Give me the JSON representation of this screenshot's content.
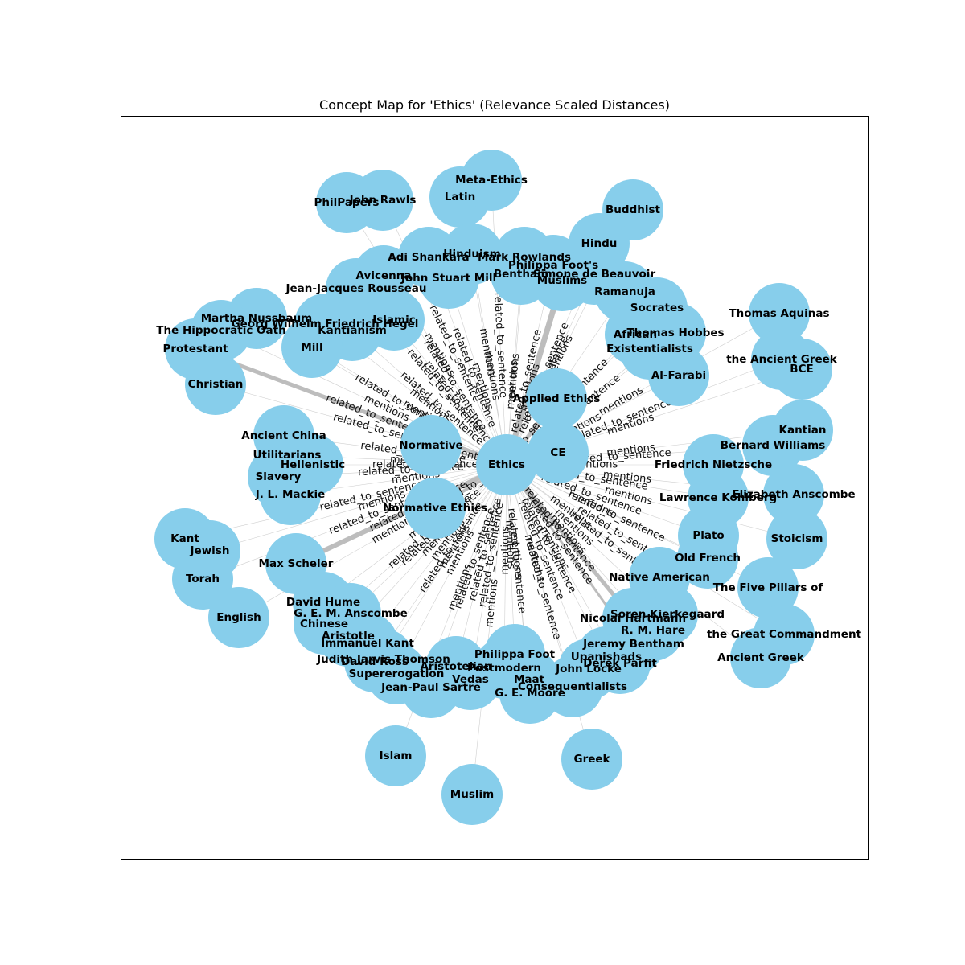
{
  "figure": {
    "title": "Concept Map for 'Ethics' (Relevance Scaled Distances)",
    "node_color": "#87ceeb",
    "edge_color": "#bdbdbd"
  },
  "nodes": [
    {
      "id": "ethics",
      "label": "Ethics"
    },
    {
      "id": "ce",
      "label": "CE"
    },
    {
      "id": "applied-ethics",
      "label": "Applied Ethics"
    },
    {
      "id": "normative",
      "label": "Normative"
    },
    {
      "id": "normative-ethics",
      "label": "Normative Ethics"
    },
    {
      "id": "philpapers",
      "label": "PhilPapers"
    },
    {
      "id": "john-rawls",
      "label": "John Rawls"
    },
    {
      "id": "latin",
      "label": "Latin"
    },
    {
      "id": "meta-ethics",
      "label": "Meta-Ethics"
    },
    {
      "id": "buddhist",
      "label": "Buddhist"
    },
    {
      "id": "hindu",
      "label": "Hindu"
    },
    {
      "id": "hinduism",
      "label": "Hinduism"
    },
    {
      "id": "adi-shankara",
      "label": "Adi Shankara"
    },
    {
      "id": "mark-rowlands",
      "label": "Mark Rowlands"
    },
    {
      "id": "philippa-foots",
      "label": "Philippa Foot's"
    },
    {
      "id": "bentham",
      "label": "Bentham"
    },
    {
      "id": "simone-de-beauvoir",
      "label": "Simone de Beauvoir"
    },
    {
      "id": "muslims",
      "label": "Muslims"
    },
    {
      "id": "avicenna",
      "label": "Avicenna"
    },
    {
      "id": "john-stuart-mill",
      "label": "John Stuart Mill"
    },
    {
      "id": "jean-jacques-rousseau",
      "label": "Jean-Jacques Rousseau"
    },
    {
      "id": "ramanuja",
      "label": "Ramanuja"
    },
    {
      "id": "socrates",
      "label": "Socrates"
    },
    {
      "id": "thomas-aquinas",
      "label": "Thomas Aquinas"
    },
    {
      "id": "martha-nussbaum",
      "label": "Martha Nussbaum"
    },
    {
      "id": "georg-hegel",
      "label": "Georg Wilhelm Friedrich Hegel"
    },
    {
      "id": "islamic",
      "label": "Islamic"
    },
    {
      "id": "hippocratic-oath",
      "label": "The Hippocratic Oath"
    },
    {
      "id": "kantianism",
      "label": "Kantianism"
    },
    {
      "id": "african",
      "label": "African"
    },
    {
      "id": "thomas-hobbes",
      "label": "Thomas Hobbes"
    },
    {
      "id": "existentialists",
      "label": "Existentialists"
    },
    {
      "id": "protestant",
      "label": "Protestant"
    },
    {
      "id": "mill",
      "label": "Mill"
    },
    {
      "id": "the-ancient-greek",
      "label": "the Ancient Greek"
    },
    {
      "id": "bce",
      "label": "BCE"
    },
    {
      "id": "christian",
      "label": "Christian"
    },
    {
      "id": "al-farabi",
      "label": "Al-Farabi"
    },
    {
      "id": "ancient-china",
      "label": "Ancient China"
    },
    {
      "id": "kantian",
      "label": "Kantian"
    },
    {
      "id": "bernard-williams",
      "label": "Bernard Williams"
    },
    {
      "id": "utilitarians",
      "label": "Utilitarians"
    },
    {
      "id": "hellenistic",
      "label": "Hellenistic"
    },
    {
      "id": "friedrich-nietzsche",
      "label": "Friedrich Nietzsche"
    },
    {
      "id": "slavery",
      "label": "Slavery"
    },
    {
      "id": "jl-mackie",
      "label": "J. L. Mackie"
    },
    {
      "id": "lawrence-kohlberg",
      "label": "Lawrence Kohlberg"
    },
    {
      "id": "elizabeth-anscombe",
      "label": "Elizabeth Anscombe"
    },
    {
      "id": "kant",
      "label": "Kant"
    },
    {
      "id": "jewish",
      "label": "Jewish"
    },
    {
      "id": "plato",
      "label": "Plato"
    },
    {
      "id": "stoicism",
      "label": "Stoicism"
    },
    {
      "id": "max-scheler",
      "label": "Max Scheler"
    },
    {
      "id": "old-french",
      "label": "Old French"
    },
    {
      "id": "torah",
      "label": "Torah"
    },
    {
      "id": "native-american",
      "label": "Native American"
    },
    {
      "id": "five-pillars",
      "label": "The Five Pillars of"
    },
    {
      "id": "david-hume",
      "label": "David Hume"
    },
    {
      "id": "gem-anscombe",
      "label": "G. E. M. Anscombe"
    },
    {
      "id": "english",
      "label": "English"
    },
    {
      "id": "chinese",
      "label": "Chinese"
    },
    {
      "id": "soren-kierkegaard",
      "label": "Soren Kierkegaard"
    },
    {
      "id": "nicolai-hartmann",
      "label": "Nicolai Hartmann"
    },
    {
      "id": "rm-hare",
      "label": "R. M. Hare"
    },
    {
      "id": "great-commandment",
      "label": "the Great Commandment"
    },
    {
      "id": "aristotle",
      "label": "Aristotle"
    },
    {
      "id": "jeremy-bentham",
      "label": "Jeremy Bentham"
    },
    {
      "id": "immanuel-kant",
      "label": "Immanuel Kant"
    },
    {
      "id": "ancient-greek",
      "label": "Ancient Greek"
    },
    {
      "id": "philippa-foot",
      "label": "Philippa Foot"
    },
    {
      "id": "upanishads",
      "label": "Upanishads"
    },
    {
      "id": "judith-jarvis-thomson",
      "label": "Judith Jarvis Thomson"
    },
    {
      "id": "david-ross",
      "label": "David Ross"
    },
    {
      "id": "derek-parfit",
      "label": "Derek Parfit"
    },
    {
      "id": "aristotelian",
      "label": "Aristotelian"
    },
    {
      "id": "postmodern",
      "label": "Postmodern"
    },
    {
      "id": "john-locke",
      "label": "John Locke"
    },
    {
      "id": "supererogation",
      "label": "Supererogation"
    },
    {
      "id": "vedas",
      "label": "Vedas"
    },
    {
      "id": "maat",
      "label": "Maat"
    },
    {
      "id": "jean-paul-sartre",
      "label": "Jean-Paul Sartre"
    },
    {
      "id": "consequentialists",
      "label": "Consequentialists"
    },
    {
      "id": "ge-moore",
      "label": "G. E. Moore"
    },
    {
      "id": "islam",
      "label": "Islam"
    },
    {
      "id": "greek",
      "label": "Greek"
    },
    {
      "id": "muslim",
      "label": "Muslim"
    }
  ],
  "edge_types": {
    "related": "related_to_sentence",
    "mentions": "mentions"
  }
}
